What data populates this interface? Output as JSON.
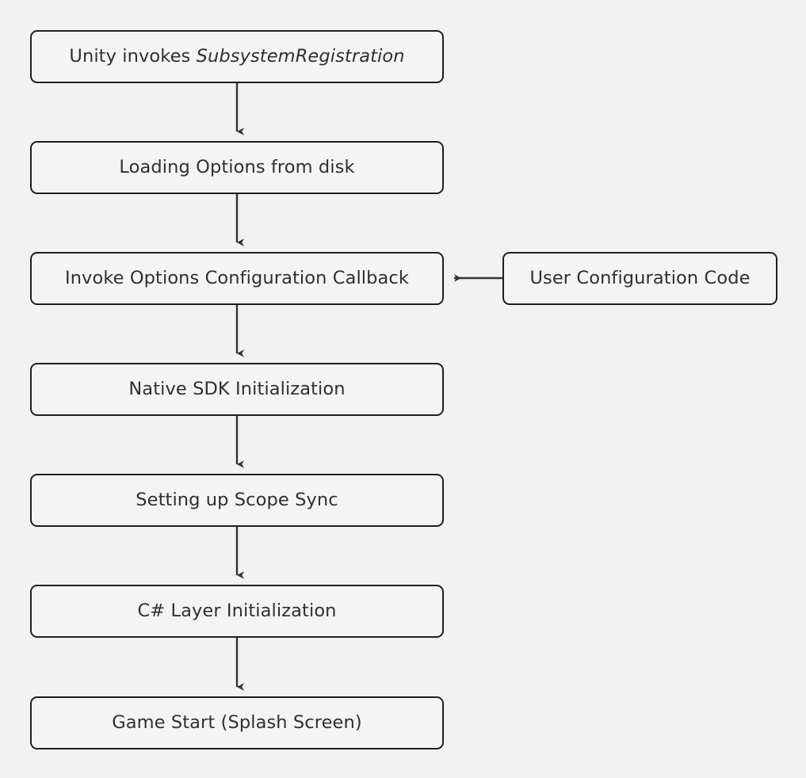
{
  "diagram": {
    "type": "flowchart",
    "direction": "top-to-bottom",
    "background_color": "#f2f2f2",
    "node_fill_color": "#f4f4f4",
    "node_border_color": "#1f1f20",
    "text_color": "#2f2f2f",
    "edge_color": "#333333"
  },
  "nodes": [
    {
      "id": "n1",
      "label_prefix": "Unity invokes ",
      "label_emphasis": "SubsystemRegistration",
      "label": "Unity invokes SubsystemRegistration"
    },
    {
      "id": "n2",
      "label": "Loading Options from disk"
    },
    {
      "id": "n3",
      "label": "Invoke Options Configuration Callback"
    },
    {
      "id": "n4",
      "label": "Native SDK Initialization"
    },
    {
      "id": "n5",
      "label": "Setting up Scope Sync"
    },
    {
      "id": "n6",
      "label": "C# Layer Initialization"
    },
    {
      "id": "n7",
      "label": "Game Start (Splash Screen)"
    },
    {
      "id": "n8",
      "label": "User Configuration Code"
    }
  ],
  "edges": [
    {
      "id": "e1",
      "from": "n1",
      "to": "n2",
      "direction": "down",
      "label": ""
    },
    {
      "id": "e2",
      "from": "n2",
      "to": "n3",
      "direction": "down",
      "label": ""
    },
    {
      "id": "e3",
      "from": "n3",
      "to": "n4",
      "direction": "down",
      "label": ""
    },
    {
      "id": "e4",
      "from": "n4",
      "to": "n5",
      "direction": "down",
      "label": ""
    },
    {
      "id": "e5",
      "from": "n5",
      "to": "n6",
      "direction": "down",
      "label": ""
    },
    {
      "id": "e6",
      "from": "n6",
      "to": "n7",
      "direction": "down",
      "label": ""
    },
    {
      "id": "e7",
      "from": "n8",
      "to": "n3",
      "direction": "left",
      "label": ""
    }
  ]
}
